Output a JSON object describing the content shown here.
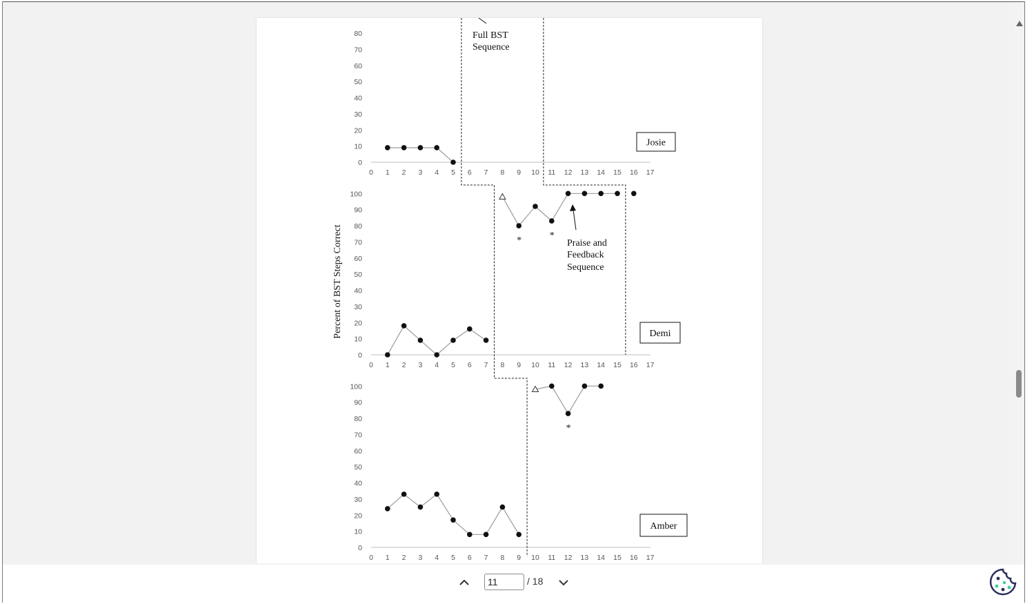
{
  "viewer": {
    "current_page": "11",
    "total_pages": "/ 18"
  },
  "figure": {
    "y_axis_label": "Percent of BST Steps Correct",
    "annotations": {
      "full_bst": [
        "Full BST",
        "Sequence"
      ],
      "praise_feedback": [
        "Praise and",
        "Feedback",
        "Sequence"
      ],
      "asterisk": "*"
    }
  },
  "chart_data": [
    {
      "type": "line",
      "participant": "Josie",
      "x_ticks": [
        0,
        1,
        2,
        3,
        4,
        5,
        6,
        7,
        8,
        9,
        10,
        11,
        12,
        13,
        14,
        15,
        16,
        17
      ],
      "y_ticks": [
        0,
        10,
        20,
        30,
        40,
        50,
        60,
        70,
        80
      ],
      "xlim": [
        0,
        17
      ],
      "ylim": [
        0,
        100
      ],
      "series": [
        {
          "phase": "baseline",
          "points": [
            [
              1,
              9
            ],
            [
              2,
              9
            ],
            [
              3,
              9
            ],
            [
              4,
              9
            ],
            [
              5,
              0
            ]
          ],
          "marker": "circle"
        }
      ],
      "phase_line_after_session": 5.5
    },
    {
      "type": "line",
      "participant": "Demi",
      "x_ticks": [
        0,
        1,
        2,
        3,
        4,
        5,
        6,
        7,
        8,
        9,
        10,
        11,
        12,
        13,
        14,
        15,
        16,
        17
      ],
      "y_ticks": [
        0,
        10,
        20,
        30,
        40,
        50,
        60,
        70,
        80,
        90,
        100
      ],
      "xlim": [
        0,
        17
      ],
      "ylim": [
        0,
        100
      ],
      "series": [
        {
          "phase": "baseline",
          "points": [
            [
              1,
              0
            ],
            [
              2,
              18
            ],
            [
              3,
              9
            ],
            [
              4,
              0
            ],
            [
              5,
              9
            ],
            [
              6,
              16
            ],
            [
              7,
              9
            ]
          ],
          "marker": "circle"
        },
        {
          "phase": "intervention",
          "points": [
            [
              8,
              98
            ],
            [
              9,
              80
            ],
            [
              10,
              92
            ],
            [
              11,
              83
            ],
            [
              12,
              100
            ],
            [
              13,
              100
            ],
            [
              14,
              100
            ],
            [
              15,
              100
            ]
          ],
          "first_marker": "triangle",
          "marker": "circle"
        },
        {
          "phase": "follow-up",
          "points": [
            [
              16,
              100
            ]
          ],
          "marker": "circle"
        }
      ],
      "asterisks_at_sessions": [
        9,
        11
      ],
      "phase_line_after_session": 7.5,
      "praise_feedback_line_after_session": 15.5
    },
    {
      "type": "line",
      "participant": "Amber",
      "x_ticks": [
        0,
        1,
        2,
        3,
        4,
        5,
        6,
        7,
        8,
        9,
        10,
        11,
        12,
        13,
        14,
        15,
        16,
        17
      ],
      "y_ticks": [
        0,
        10,
        20,
        30,
        40,
        50,
        60,
        70,
        80,
        90,
        100
      ],
      "xlim": [
        0,
        17
      ],
      "ylim": [
        0,
        100
      ],
      "series": [
        {
          "phase": "baseline",
          "points": [
            [
              1,
              24
            ],
            [
              2,
              33
            ],
            [
              3,
              25
            ],
            [
              4,
              33
            ],
            [
              5,
              17
            ],
            [
              6,
              8
            ],
            [
              7,
              8
            ],
            [
              8,
              25
            ],
            [
              9,
              8
            ]
          ],
          "marker": "circle"
        },
        {
          "phase": "intervention",
          "points": [
            [
              10,
              98
            ],
            [
              11,
              100
            ],
            [
              12,
              83
            ],
            [
              13,
              100
            ],
            [
              14,
              100
            ]
          ],
          "first_marker": "triangle",
          "marker": "circle"
        }
      ],
      "asterisks_at_sessions": [
        12
      ],
      "phase_line_after_session": 9.5
    }
  ]
}
